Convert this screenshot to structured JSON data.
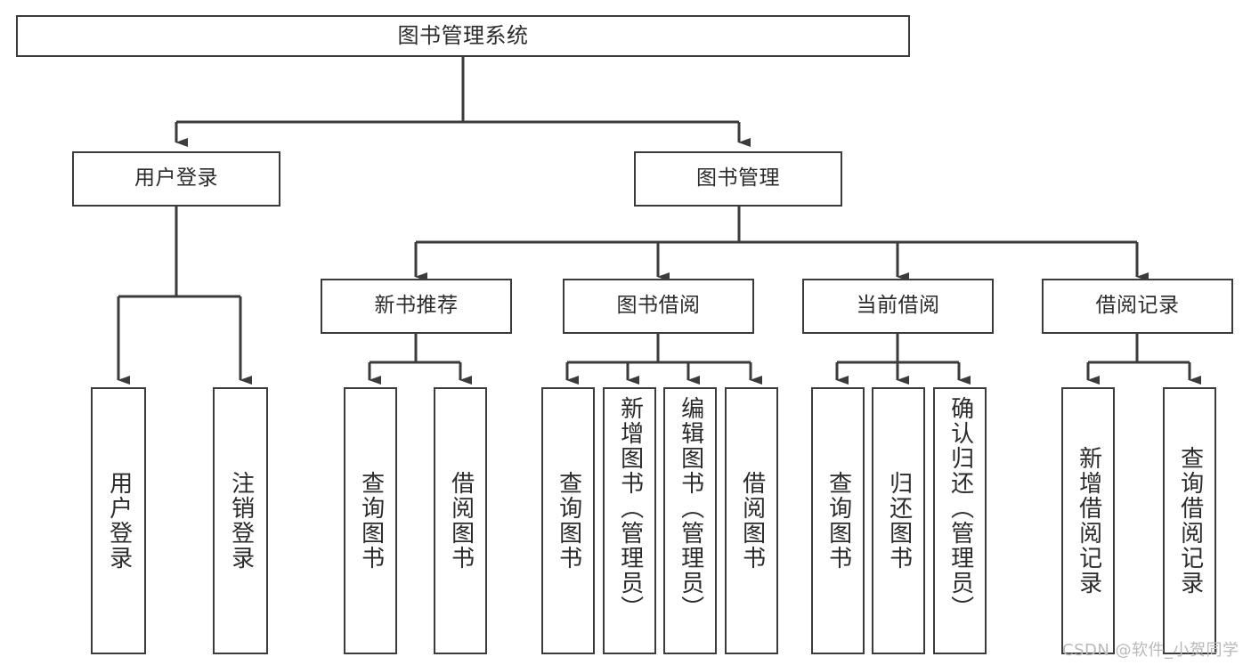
{
  "diagram": {
    "type": "tree-hierarchy-chart",
    "title": "图书管理系统",
    "colors": {
      "box_border": "#3b3b3b",
      "box_fill": "#ffffff",
      "connector": "#3b3b3b",
      "text": "#2b2b2b",
      "watermark": "#b9b9b9",
      "background": "#ffffff"
    },
    "root": {
      "id": "root",
      "label": "图书管理系统",
      "orientation": "horizontal"
    },
    "level2": [
      {
        "id": "user-login",
        "label": "用户登录",
        "orientation": "horizontal"
      },
      {
        "id": "book-management",
        "label": "图书管理",
        "orientation": "horizontal"
      }
    ],
    "level3": [
      {
        "id": "new-book-recommend",
        "label": "新书推荐",
        "orientation": "horizontal",
        "parent": "book-management"
      },
      {
        "id": "book-borrow",
        "label": "图书借阅",
        "orientation": "horizontal",
        "parent": "book-management"
      },
      {
        "id": "current-borrow",
        "label": "当前借阅",
        "orientation": "horizontal",
        "parent": "book-management"
      },
      {
        "id": "borrow-record",
        "label": "借阅记录",
        "orientation": "horizontal",
        "parent": "book-management"
      }
    ],
    "leaves": [
      {
        "id": "leaf-user-login",
        "label": "用户登录",
        "parent": "user-login"
      },
      {
        "id": "leaf-logout-login",
        "label": "注销登录",
        "parent": "user-login"
      },
      {
        "id": "leaf-query-book-1",
        "label": "查询图书",
        "parent": "new-book-recommend"
      },
      {
        "id": "leaf-borrow-book-1",
        "label": "借阅图书",
        "parent": "new-book-recommend"
      },
      {
        "id": "leaf-query-book-2",
        "label": "查询图书",
        "parent": "book-borrow"
      },
      {
        "id": "leaf-add-book",
        "label": "新增图书（管理员）",
        "parent": "book-borrow"
      },
      {
        "id": "leaf-edit-book",
        "label": "编辑图书（管理员）",
        "parent": "book-borrow"
      },
      {
        "id": "leaf-borrow-book-2",
        "label": "借阅图书",
        "parent": "book-borrow"
      },
      {
        "id": "leaf-query-book-3",
        "label": "查询图书",
        "parent": "current-borrow"
      },
      {
        "id": "leaf-return-book",
        "label": "归还图书",
        "parent": "current-borrow"
      },
      {
        "id": "leaf-confirm-return",
        "label": "确认归还（管理员）",
        "parent": "current-borrow"
      },
      {
        "id": "leaf-add-record",
        "label": "新增借阅记录",
        "parent": "borrow-record"
      },
      {
        "id": "leaf-query-record",
        "label": "查询借阅记录",
        "parent": "borrow-record"
      }
    ]
  },
  "watermark": {
    "text": "CSDN @软件_小贺同学"
  }
}
